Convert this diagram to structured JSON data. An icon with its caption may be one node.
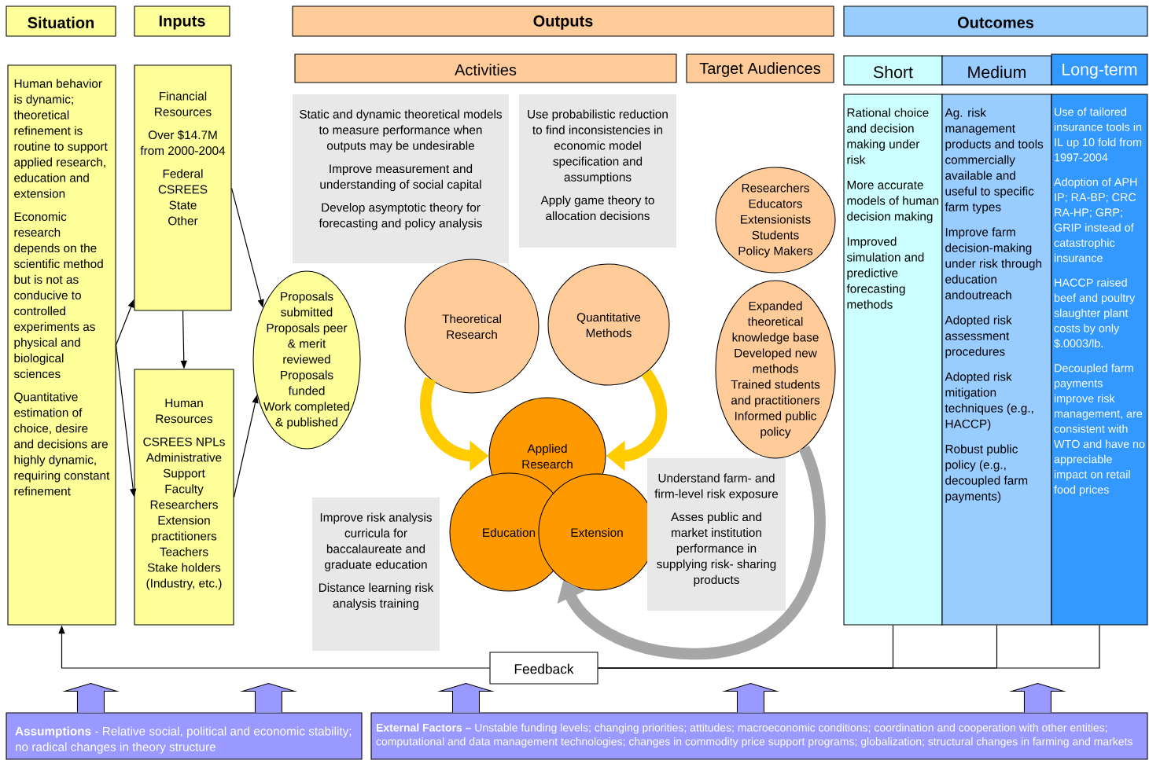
{
  "diagram": {
    "nodes": [
      {
        "text": [
          "Situation"
        ]
      },
      {
        "text": [
          "Inputs"
        ]
      },
      {
        "text": [
          "Outputs"
        ]
      },
      {
        "text": [
          "Outcomes"
        ]
      },
      {
        "text": [
          "Activities"
        ]
      },
      {
        "text": [
          "Target Audiences"
        ]
      },
      {
        "text": [
          "Short"
        ]
      },
      {
        "text": [
          "Medium"
        ]
      },
      {
        "text": [
          "Long-term"
        ]
      },
      {
        "text": [
          "Human behavior is dynamic; theoretical refinement is routine to support applied research, education and extension",
          "Economic research depends on the scientific method but is not as conducive to controlled experiments as physical and biological sciences",
          "Quantitative estimation of choice, desire and decisions are highly dynamic, requiring constant refinement"
        ]
      },
      {
        "text": [
          "Financial Resources",
          "Over $14.7M from 2000-2004",
          "Federal",
          "CSREES",
          "State",
          "Other"
        ]
      },
      {
        "text": [
          "Human Resources",
          "CSREES NPLs",
          "Administrative Support",
          "Faculty",
          "Researchers",
          "Extension practitioners",
          "Teachers",
          "Stake holders (Industry, etc.)"
        ]
      },
      {
        "text": [
          "Proposals submitted",
          "Proposals peer & merit reviewed",
          "Proposals funded",
          "Work completed & published"
        ]
      },
      {
        "text": [
          "Static and dynamic theoretical models to measure performance when outputs may be undesirable",
          "Improve measurement and understanding of social capital",
          "Develop asymptotic theory for forecasting and policy analysis"
        ]
      },
      {
        "text": [
          "Use probabilistic reduction to find inconsistencies in economic model specification and assumptions",
          "Apply game theory to allocation decisions"
        ]
      },
      {
        "text": [
          "Theoretical Research"
        ]
      },
      {
        "text": [
          "Quantitative Methods"
        ]
      },
      {
        "text": [
          "Applied Research"
        ]
      },
      {
        "text": [
          "Education"
        ]
      },
      {
        "text": [
          "Extension"
        ]
      },
      {
        "text": [
          "Improve risk analysis curricula for baccalaureate and graduate education",
          "Distance learning risk analysis training"
        ]
      },
      {
        "text": [
          "Understand farm- and firm-level risk exposure",
          "Asses public and market institution performance in supplying risk- sharing products"
        ]
      },
      {
        "text": [
          "Researchers",
          "Educators",
          "Extensionists",
          "Students",
          "Policy Makers"
        ]
      },
      {
        "text": [
          "Expanded theoretical knowledge base",
          "Developed new methods",
          "Trained students and practitioners",
          "Informed public policy"
        ]
      },
      {
        "text": [
          "Rational choice and decision making under risk",
          "More accurate models of human decision making",
          "Improved simulation and predictive forecasting methods"
        ]
      },
      {
        "text": [
          "Ag. risk management products and tools commercially available and useful to specific farm types",
          "Improve farm decision-making under risk through education andoutreach",
          "Adopted risk assessment procedures",
          "Adopted risk mitigation techniques (e.g., HACCP)",
          "Robust public policy (e.g., decoupled farm payments)"
        ]
      },
      {
        "text": [
          "Use of tailored insurance tools in IL up 10 fold from 1997-2004",
          "Adoption of APH IP; RA-BP; CRC RA-HP; GRP; GRIP instead of catastrophic insurance",
          "HACCP raised beef and poultry slaughter plant costs by only $.0003/lb.",
          "Decoupled farm payments improve risk management, are consistent with WTO and have no appreciable impact on retail food prices"
        ]
      },
      {
        "text": [
          "Feedback"
        ]
      },
      {
        "text": [
          "**Assumptions** - Relative social, political and economic stability; no radical changes in theory structure"
        ]
      },
      {
        "text": [
          "**External Factors –** Unstable funding levels; changing priorities; attitudes; macroeconomic conditions; coordination and cooperation with other entities; computational and data management technologies; changes in commodity price support programs; globalization; structural changes in farming and markets"
        ]
      }
    ],
    "edges": [
      {
        "from": 9,
        "to": 10,
        "arrow": "to"
      },
      {
        "from": 9,
        "to": 11,
        "arrow": "to"
      },
      {
        "from": 10,
        "to": 11,
        "arrow": "to"
      },
      {
        "from": 10,
        "to": 12,
        "arrow": "to"
      },
      {
        "from": 11,
        "to": 12,
        "arrow": "to"
      },
      {
        "from": 15,
        "to": 17,
        "arrow": "to",
        "style": "thick",
        "color": "#ffcc00"
      },
      {
        "from": 16,
        "to": 17,
        "arrow": "to",
        "style": "thick",
        "color": "#ffcc00"
      },
      {
        "from": 23,
        "to": 19,
        "arrow": "to",
        "style": "thick",
        "color": "#a6a6a6"
      },
      {
        "from": 24,
        "to": 27,
        "arrow": "none"
      },
      {
        "from": 25,
        "to": 27,
        "arrow": "none"
      },
      {
        "from": 26,
        "to": 27,
        "arrow": "none"
      },
      {
        "from": 27,
        "to": 9,
        "arrow": "to"
      },
      {
        "from": 28,
        "to": null,
        "arrow": "to",
        "style": "thick",
        "color": "#9999ff"
      },
      {
        "from": 28,
        "to": null,
        "arrow": "to",
        "style": "thick",
        "color": "#9999ff"
      },
      {
        "from": 29,
        "to": null,
        "arrow": "to",
        "style": "thick",
        "color": "#9999ff"
      },
      {
        "from": 29,
        "to": null,
        "arrow": "to",
        "style": "thick",
        "color": "#9999ff"
      },
      {
        "from": 29,
        "to": null,
        "arrow": "to",
        "style": "thick",
        "color": "#9999ff"
      }
    ]
  }
}
